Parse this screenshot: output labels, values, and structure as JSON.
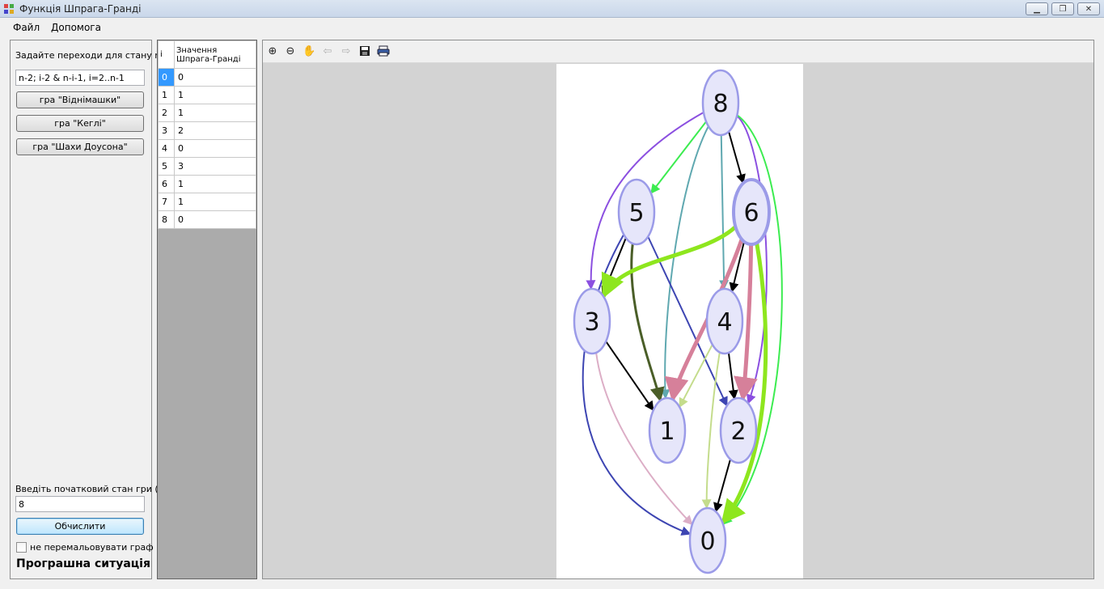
{
  "window": {
    "title": "Функція Шпрага-Гранді"
  },
  "menu": {
    "items": [
      "Файл",
      "Допомога"
    ]
  },
  "left_panel": {
    "transitions_label": "Задайте переходи для стану n:",
    "transitions_value": "n-2; i-2 & n-i-1, i=2..n-1",
    "game_buttons": [
      "гра \"Віднімашки\"",
      "гра \"Кеглі\"",
      "гра \"Шахи Доусона\""
    ],
    "start_state_label": "Введіть початковий стан гри (n)",
    "start_state_value": "8",
    "compute_button": "Обчислити",
    "no_redraw_checkbox": "не перемальовувати граф",
    "no_redraw_checked": false,
    "result_label": "Програшна ситуація"
  },
  "table": {
    "headers": [
      "i",
      "Значення Шпрага-Гранді"
    ],
    "rows": [
      [
        "0",
        "0"
      ],
      [
        "1",
        "1"
      ],
      [
        "2",
        "1"
      ],
      [
        "3",
        "2"
      ],
      [
        "4",
        "0"
      ],
      [
        "5",
        "3"
      ],
      [
        "6",
        "1"
      ],
      [
        "7",
        "1"
      ],
      [
        "8",
        "0"
      ]
    ],
    "selected_row": 0
  },
  "toolbar": {
    "icons": [
      "zoom-in-icon",
      "zoom-out-icon",
      "pan-hand-icon",
      "back-arrow-icon",
      "forward-arrow-icon",
      "save-icon",
      "print-icon"
    ]
  },
  "graph": {
    "nodes": [
      "8",
      "5",
      "6",
      "3",
      "4",
      "1",
      "2",
      "0"
    ],
    "node_fill": "#e6e6fa",
    "node_stroke": "#9b9be8",
    "edges": [
      {
        "from": "8",
        "to": "5",
        "color": "#3cec50"
      },
      {
        "from": "8",
        "to": "6",
        "color": "#000000"
      },
      {
        "from": "8",
        "to": "4",
        "color": "#5fa8b0"
      },
      {
        "from": "8",
        "to": "3",
        "color": "#8b4fe0"
      },
      {
        "from": "8",
        "to": "2",
        "color": "#8b4fe0"
      },
      {
        "from": "8",
        "to": "1",
        "color": "#5fa8b0"
      },
      {
        "from": "8",
        "to": "0",
        "color": "#3cec50"
      },
      {
        "from": "5",
        "to": "3",
        "color": "#000000"
      },
      {
        "from": "5",
        "to": "1",
        "color": "#4a5e28"
      },
      {
        "from": "5",
        "to": "2",
        "color": "#3d45b2"
      },
      {
        "from": "5",
        "to": "0",
        "color": "#3d45b2"
      },
      {
        "from": "6",
        "to": "3",
        "color": "#8ee61e"
      },
      {
        "from": "6",
        "to": "4",
        "color": "#000000"
      },
      {
        "from": "6",
        "to": "2",
        "color": "#d6809a"
      },
      {
        "from": "6",
        "to": "1",
        "color": "#d6809a"
      },
      {
        "from": "6",
        "to": "0",
        "color": "#8ee61e"
      },
      {
        "from": "3",
        "to": "1",
        "color": "#000000"
      },
      {
        "from": "3",
        "to": "0",
        "color": "#dcaec6"
      },
      {
        "from": "4",
        "to": "2",
        "color": "#000000"
      },
      {
        "from": "4",
        "to": "1",
        "color": "#c4dc8c"
      },
      {
        "from": "4",
        "to": "0",
        "color": "#c4dc8c"
      },
      {
        "from": "2",
        "to": "0",
        "color": "#000000"
      }
    ]
  }
}
